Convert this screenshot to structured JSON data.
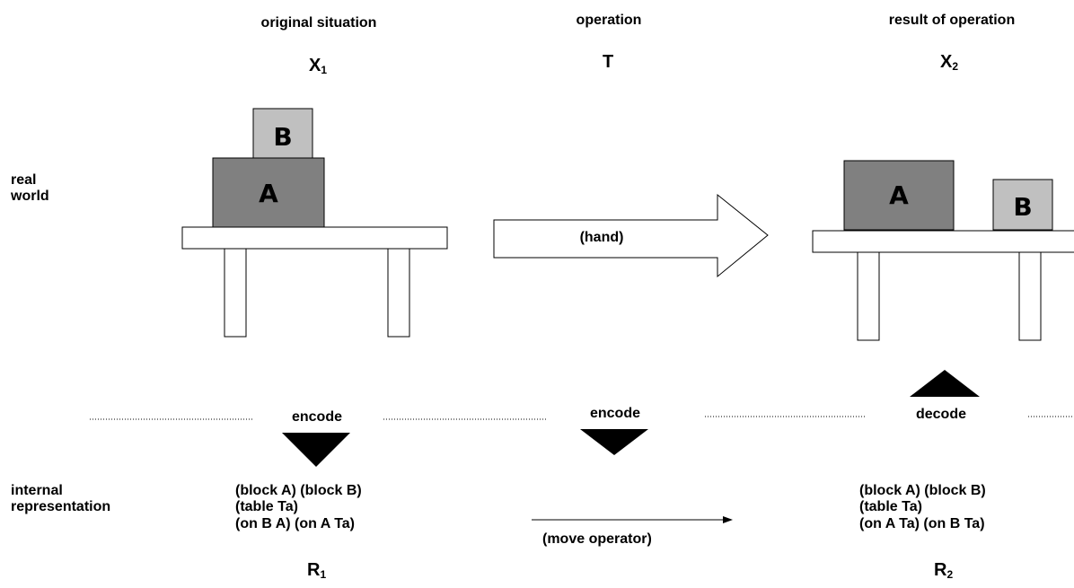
{
  "columns": {
    "original": {
      "heading": "original situation",
      "symbol": "X",
      "sub": "1"
    },
    "operation": {
      "heading": "operation",
      "symbol": "T"
    },
    "result": {
      "heading": "result of operation",
      "symbol": "X",
      "sub": "2"
    }
  },
  "rows": {
    "real_world": [
      "real",
      "world"
    ],
    "internal": [
      "internal",
      "representation"
    ]
  },
  "blocks": {
    "a": "A",
    "b": "B"
  },
  "arrow": {
    "label": "(hand)"
  },
  "encode1": "encode",
  "encode2": "encode",
  "decode": "decode",
  "rep1": [
    "(block A) (block B)",
    "(table Ta)",
    "(on B A) (on A Ta)"
  ],
  "rep2": [
    "(block A) (block B)",
    "(table Ta)",
    "(on A Ta) (on B Ta)"
  ],
  "move_operator": "(move operator)",
  "r1": {
    "symbol": "R",
    "sub": "1"
  },
  "r2": {
    "symbol": "R",
    "sub": "2"
  },
  "colors": {
    "block_a": "#808080",
    "block_b": "#c0c0c0",
    "line": "#000000"
  }
}
